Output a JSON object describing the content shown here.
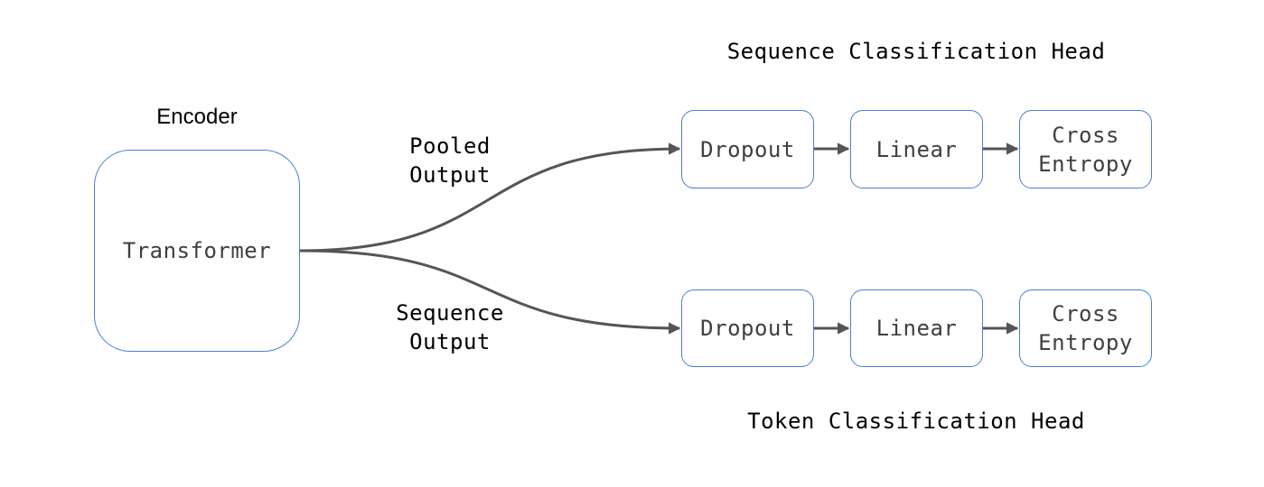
{
  "colors": {
    "node_border": "#4a7fd4",
    "node_text": "#3c4043",
    "edge": "#555555",
    "label_text": "#000000"
  },
  "encoder": {
    "title": "Encoder",
    "node_label": "Transformer"
  },
  "edge_labels": {
    "pooled_output": "Pooled\nOutput",
    "sequence_output": "Sequence\nOutput"
  },
  "sequence_head": {
    "title": "Sequence Classification Head",
    "nodes": [
      "Dropout",
      "Linear",
      "Cross\nEntropy"
    ]
  },
  "token_head": {
    "title": "Token Classification Head",
    "nodes": [
      "Dropout",
      "Linear",
      "Cross\nEntropy"
    ]
  }
}
